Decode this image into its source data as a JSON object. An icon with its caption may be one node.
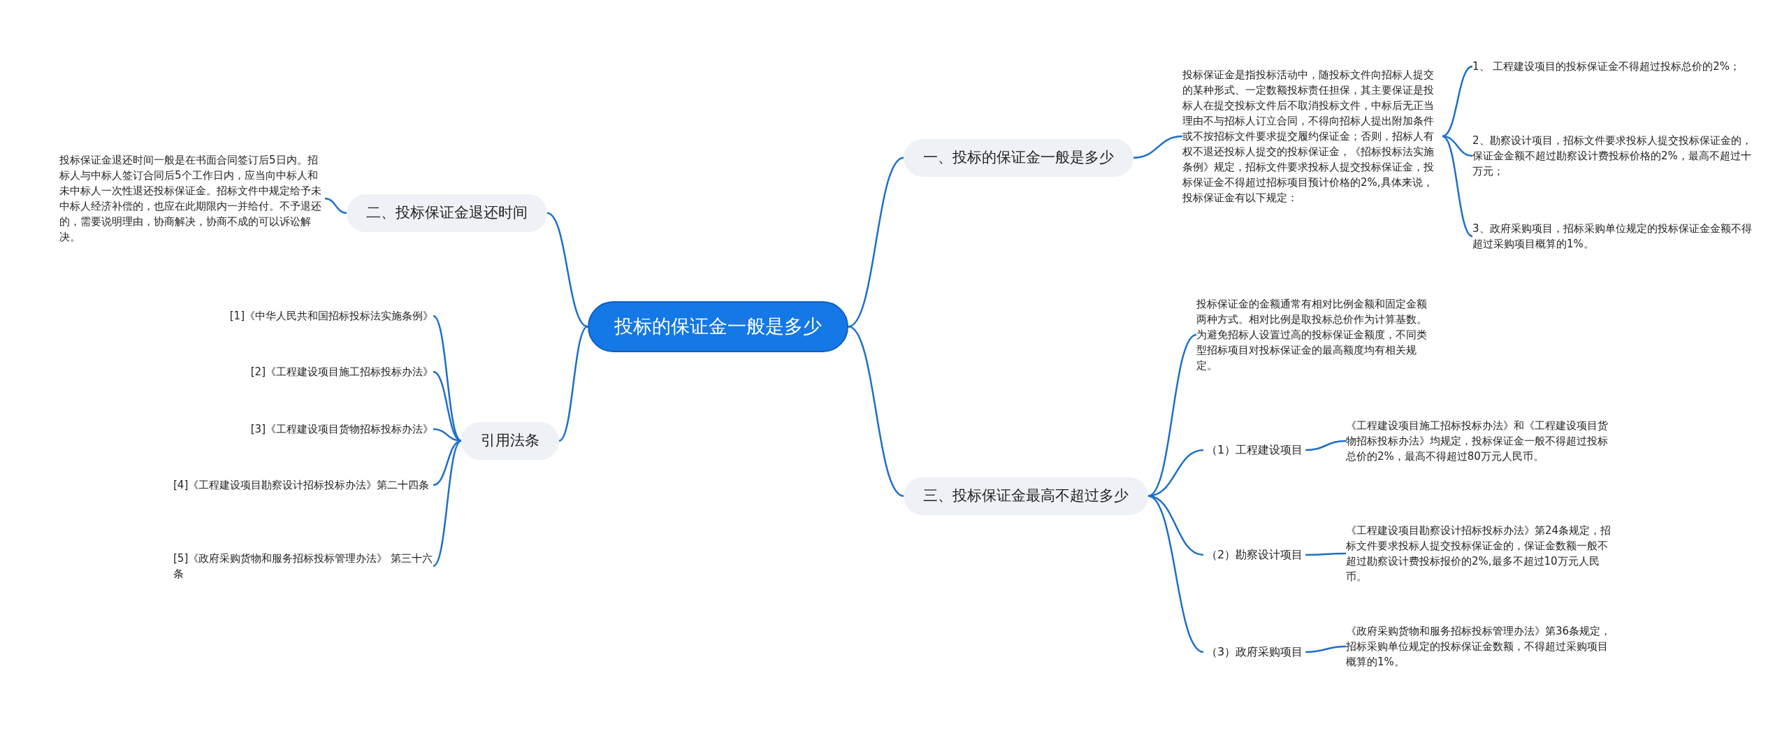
{
  "diagram": {
    "nodes": [
      {
        "text": [
          "投标的保证金一般是多少"
        ]
      },
      {
        "text": [
          "一、投标的保证金一般是多少"
        ]
      },
      {
        "text": [
          "投标保证金是指投标活动中，随投标文件向招标人提交的某种形式、一定数额投标责任担保，其主要保证是投标人在提交投标文件后不取消投标文件，中标后无正当理由不与招标人订立合同，不得向招标人提出附加条件或不按招标文件要求提交履约保证金；否则，招标人有权不退还投标人提交的投标保证金，《招标投标法实施条例》规定，招标文件要求投标人提交投标保证金，投标保证金不得超过招标项目预计价格的2%,具体来说，投标保证金有以下规定："
        ]
      },
      {
        "text": [
          "1、 工程建设项目的投标保证金不得超过投标总价的2%；"
        ]
      },
      {
        "text": [
          "2、勘察设计项目，招标文件要求投标人提交投标保证金的，保证金金额不超过勘察设计费投标价格的2%，最高不超过十万元；"
        ]
      },
      {
        "text": [
          "3、政府采购项目，招标采购单位规定的投标保证金金额不得超过采购项目概算的1%。"
        ]
      },
      {
        "text": [
          "二、投标保证金退还时间"
        ]
      },
      {
        "text": [
          "投标保证金退还时间一般是在书面合同签订后5日内。招标人与中标人签订合同后5个工作日内，应当向中标人和未中标人一次性退还投标保证金。招标文件中规定给予未中标人经济补偿的，也应在此期限内一并给付。不予退还的，需要说明理由，协商解决，协商不成的可以诉讼解决。"
        ]
      },
      {
        "text": [
          "引用法条"
        ]
      },
      {
        "text": [
          "[1]《中华人民共和国招标投标法实施条例》"
        ]
      },
      {
        "text": [
          "[2]《工程建设项目施工招标投标办法》"
        ]
      },
      {
        "text": [
          "[3]《工程建设项目货物招标投标办法》"
        ]
      },
      {
        "text": [
          "[4]《工程建设项目勘察设计招标投标办法》第二十四条"
        ]
      },
      {
        "text": [
          "[5]《政府采购货物和服务招标投标管理办法》 第三十六条"
        ]
      },
      {
        "text": [
          "三、投标保证金最高不超过多少"
        ]
      },
      {
        "text": [
          "投标保证金的金额通常有相对比例金额和固定金额两种方式。相对比例是取投标总价作为计算基数。为避免招标人设置过高的投标保证金额度，不同类型招标项目对投标保证金的最高额度均有相关规定。"
        ]
      },
      {
        "text": [
          "（1）工程建设项目"
        ]
      },
      {
        "text": [
          "《工程建设项目施工招标投标办法》和《工程建设项目货物招标投标办法》均规定，投标保证金一般不得超过投标总价的2%，最高不得超过80万元人民币。"
        ]
      },
      {
        "text": [
          "（2）勘察设计项目"
        ]
      },
      {
        "text": [
          "《工程建设项目勘察设计招标投标办法》第24条规定，招标文件要求投标人提交投标保证金的，保证金数额一般不超过勘察设计费投标报价的2%,最多不超过10万元人民币。"
        ]
      },
      {
        "text": [
          "（3）政府采购项目"
        ]
      },
      {
        "text": [
          "《政府采购货物和服务招标投标管理办法》第36条规定，招标采购单位规定的投标保证金数额，不得超过采购项目概算的1%。"
        ]
      }
    ],
    "edges": [
      {
        "from": 0,
        "to": 1,
        "arrow": "none"
      },
      {
        "from": 1,
        "to": 2,
        "arrow": "none"
      },
      {
        "from": 2,
        "to": 3,
        "arrow": "none"
      },
      {
        "from": 2,
        "to": 4,
        "arrow": "none"
      },
      {
        "from": 2,
        "to": 5,
        "arrow": "none"
      },
      {
        "from": 0,
        "to": 6,
        "arrow": "none"
      },
      {
        "from": 6,
        "to": 7,
        "arrow": "none"
      },
      {
        "from": 0,
        "to": 8,
        "arrow": "none"
      },
      {
        "from": 8,
        "to": 9,
        "arrow": "none"
      },
      {
        "from": 8,
        "to": 10,
        "arrow": "none"
      },
      {
        "from": 8,
        "to": 11,
        "arrow": "none"
      },
      {
        "from": 8,
        "to": 12,
        "arrow": "none"
      },
      {
        "from": 8,
        "to": 13,
        "arrow": "none"
      },
      {
        "from": 0,
        "to": 14,
        "arrow": "none"
      },
      {
        "from": 14,
        "to": 15,
        "arrow": "none"
      },
      {
        "from": 14,
        "to": 16,
        "arrow": "none"
      },
      {
        "from": 14,
        "to": 18,
        "arrow": "none"
      },
      {
        "from": 14,
        "to": 20,
        "arrow": "none"
      },
      {
        "from": 16,
        "to": 17,
        "arrow": "none"
      },
      {
        "from": 18,
        "to": 19,
        "arrow": "none"
      },
      {
        "from": 20,
        "to": 21,
        "arrow": "none"
      }
    ]
  }
}
